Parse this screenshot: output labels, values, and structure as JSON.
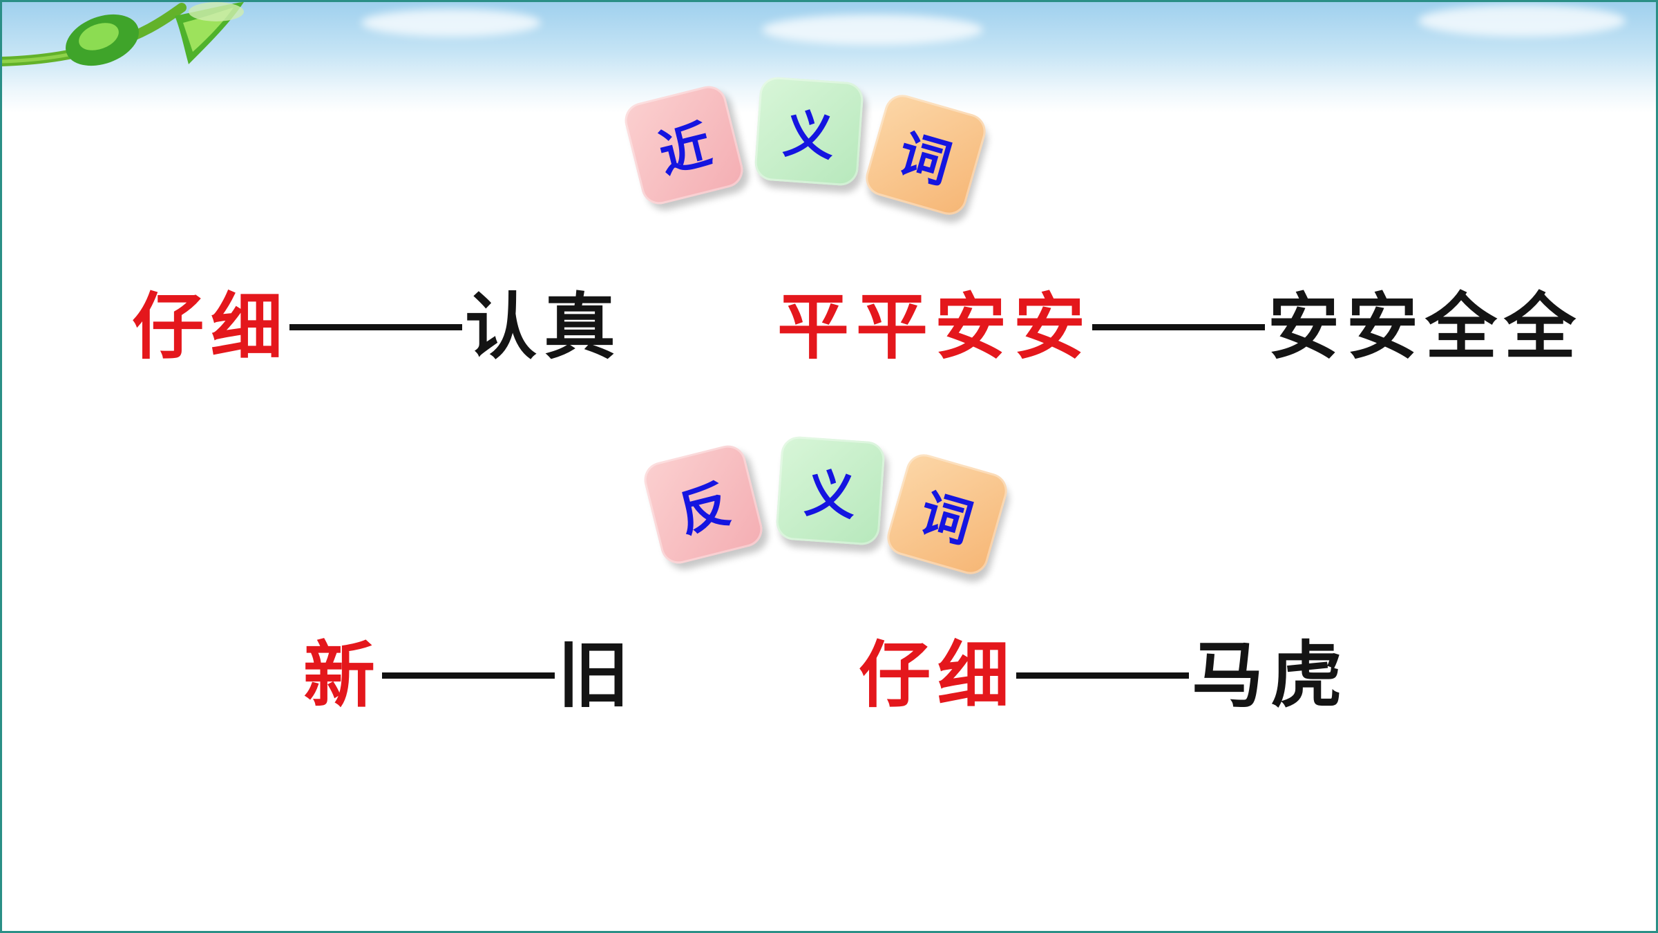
{
  "synonyms": {
    "title_chars": [
      "近",
      "义",
      "词"
    ],
    "pairs": [
      {
        "lead": "仔细",
        "follow": "认真"
      },
      {
        "lead": "平平安安",
        "follow": "安安全全"
      }
    ]
  },
  "antonyms": {
    "title_chars": [
      "反",
      "义",
      "词"
    ],
    "pairs": [
      {
        "lead": "新",
        "follow": "旧"
      },
      {
        "lead": "仔细",
        "follow": "马虎"
      }
    ]
  },
  "colors": {
    "lead_text": "#e4171c",
    "follow_text": "#141414",
    "tile_text": "#1515e0",
    "tile_pink": "#f4aeb3",
    "tile_green": "#b7e8bc",
    "tile_orange": "#f6b675",
    "frame_border": "#2a8f86"
  },
  "icons": [
    "vine-leaf-decoration"
  ]
}
